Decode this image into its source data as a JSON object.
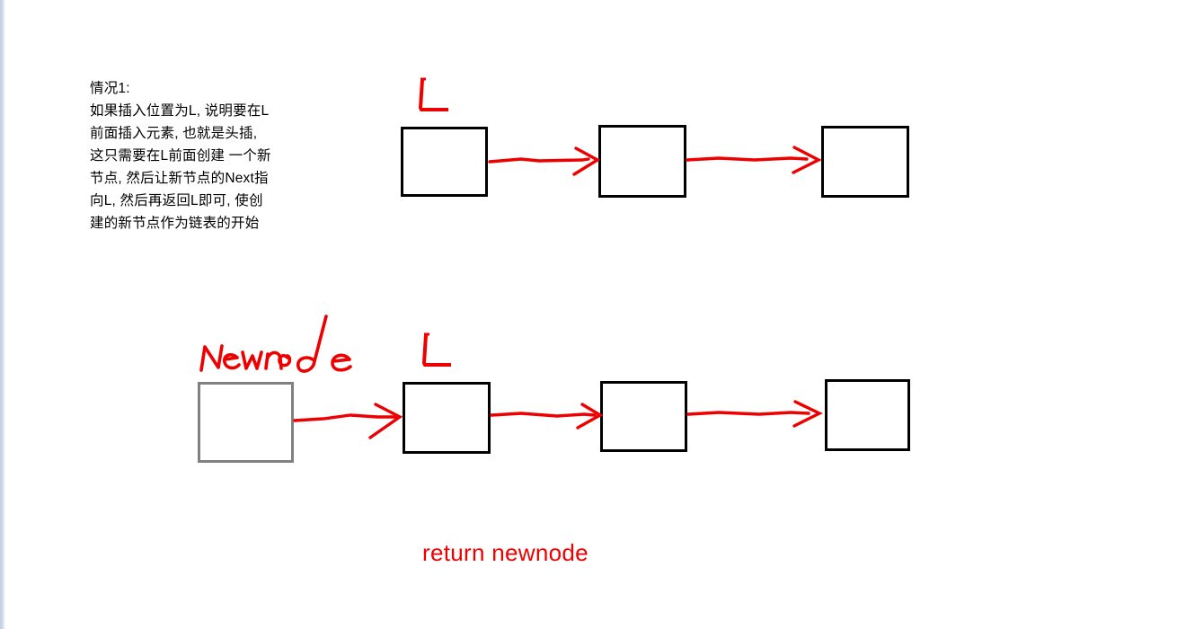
{
  "page": {
    "background_color": "#ffffff",
    "ink_color": "#ee0000",
    "box_border_black": "#000000",
    "box_border_gray": "#808080",
    "edge_strip_color": "#c3cfe2"
  },
  "note": {
    "text": "情况1:\n如果插入位置为L, 说明要在L前面插入元素, 也就是头插, 这只需要在L前面创建 一个新节点, 然后让新节点的Next指向L, 然后再返回L即可, 使创建的新节点作为链表的开始"
  },
  "diagram": {
    "rows": [
      {
        "id": "before-insert",
        "labels": [
          {
            "name": "L",
            "text": "L",
            "style": "handwritten"
          }
        ],
        "nodes": [
          {
            "id": "row1-node1",
            "border": "black",
            "label": ""
          },
          {
            "id": "row1-node2",
            "border": "black",
            "label": ""
          },
          {
            "id": "row1-node3",
            "border": "black",
            "label": ""
          }
        ],
        "arrows": 2
      },
      {
        "id": "after-insert",
        "labels": [
          {
            "name": "Newnode",
            "text": "Newnode",
            "style": "handwritten"
          },
          {
            "name": "L",
            "text": "L",
            "style": "handwritten"
          }
        ],
        "nodes": [
          {
            "id": "row2-node-newnode",
            "border": "gray",
            "label": ""
          },
          {
            "id": "row2-node-L",
            "border": "black",
            "label": ""
          },
          {
            "id": "row2-node3",
            "border": "black",
            "label": ""
          },
          {
            "id": "row2-node4",
            "border": "black",
            "label": ""
          }
        ],
        "arrows": 3
      }
    ]
  },
  "caption": {
    "text": "return newnode"
  }
}
